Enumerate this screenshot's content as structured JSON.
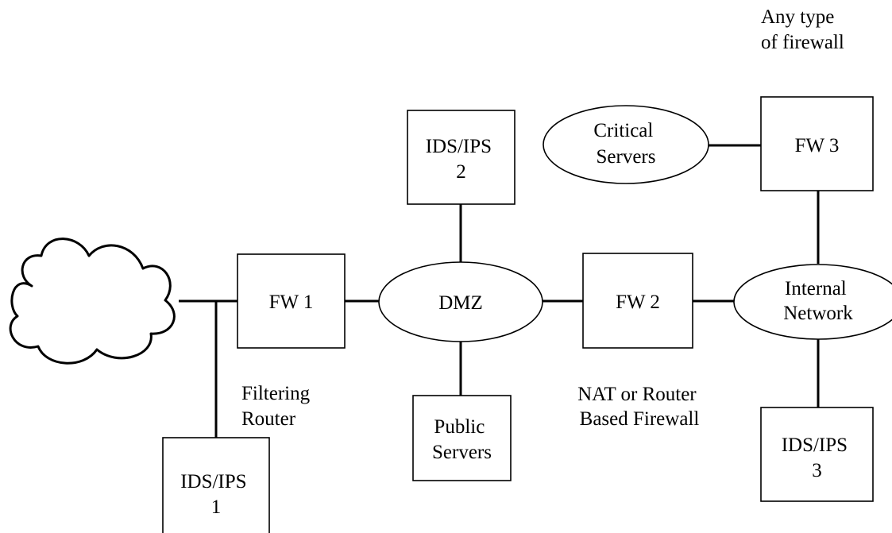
{
  "nodes": {
    "fw1": [
      "FW 1"
    ],
    "fw2": [
      "FW 2"
    ],
    "fw3": [
      "FW 3"
    ],
    "dmz": [
      "DMZ"
    ],
    "internal_network": [
      "Internal",
      "Network"
    ],
    "critical_servers": [
      "Critical",
      "Servers"
    ],
    "public_servers": [
      "Public",
      "Servers"
    ],
    "ids_ips_1": [
      "IDS/IPS",
      "1"
    ],
    "ids_ips_2": [
      "IDS/IPS",
      "2"
    ],
    "ids_ips_3": [
      "IDS/IPS",
      "3"
    ]
  },
  "captions": {
    "filtering_router": [
      "Filtering",
      "Router"
    ],
    "nat_router_firewall": [
      "NAT or Router",
      "Based Firewall"
    ],
    "any_firewall": [
      "Any type",
      "of firewall"
    ]
  },
  "icons": {
    "internet": "cloud-icon"
  },
  "colors": {
    "line": "#000000",
    "background": "#ffffff"
  }
}
